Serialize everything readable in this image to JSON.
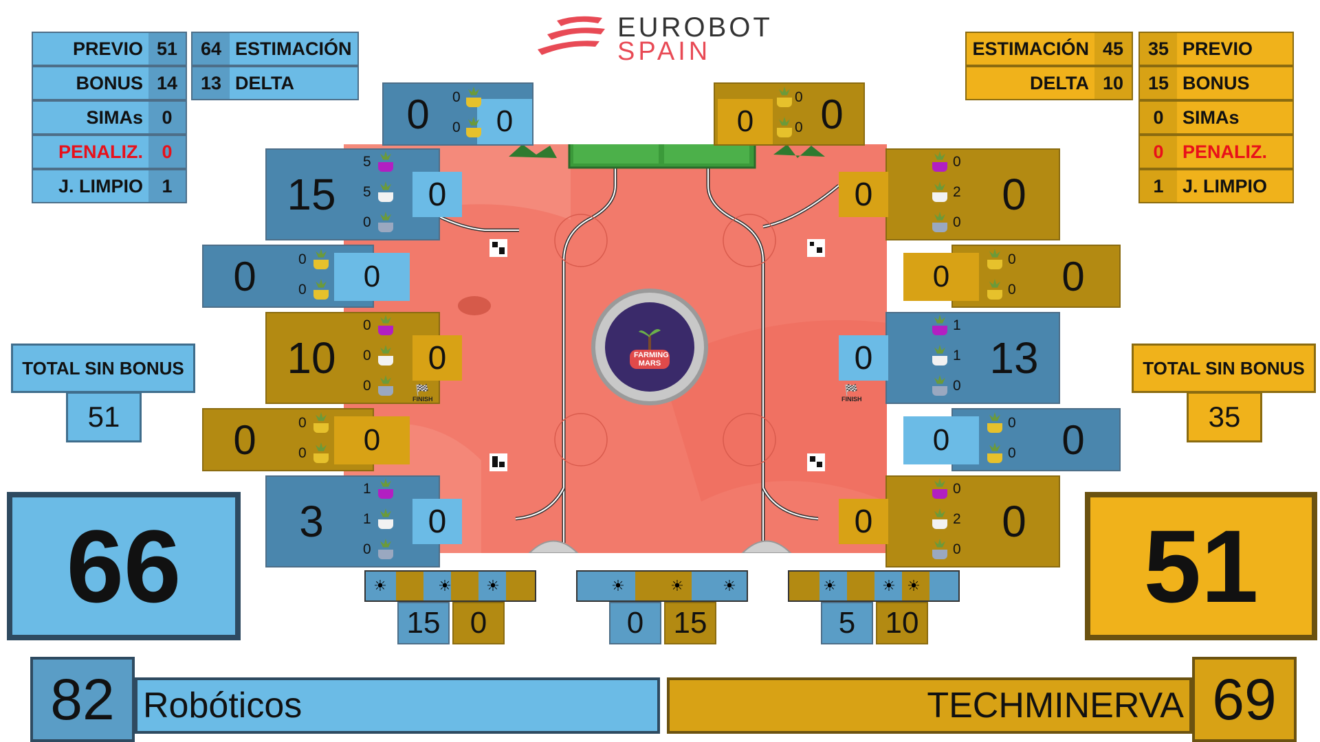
{
  "logo": {
    "line1": "EUROBOT",
    "line2": "SPAIN"
  },
  "blue_stats": {
    "left_col": [
      {
        "label": "PREVIO",
        "value": "51"
      },
      {
        "label": "BONUS",
        "value": "14"
      },
      {
        "label": "SIMAs",
        "value": "0"
      },
      {
        "label": "PENALIZ.",
        "value": "0"
      },
      {
        "label": "J. LIMPIO",
        "value": "1"
      }
    ],
    "right_col": [
      {
        "label": "ESTIMACIÓN",
        "value": "64"
      },
      {
        "label": "DELTA",
        "value": "13"
      }
    ]
  },
  "yellow_stats": {
    "left_col": [
      {
        "label": "ESTIMACIÓN",
        "value": "45"
      },
      {
        "label": "DELTA",
        "value": "10"
      }
    ],
    "right_col": [
      {
        "label": "PREVIO",
        "value": "35"
      },
      {
        "label": "BONUS",
        "value": "15"
      },
      {
        "label": "SIMAs",
        "value": "0"
      },
      {
        "label": "PENALIZ.",
        "value": "0"
      },
      {
        "label": "J. LIMPIO",
        "value": "1"
      }
    ]
  },
  "blue_total_sin_bonus": {
    "label": "TOTAL SIN BONUS",
    "value": "51"
  },
  "yellow_total_sin_bonus": {
    "label": "TOTAL SIN BONUS",
    "value": "35"
  },
  "blue_score": "66",
  "yellow_score": "51",
  "blue_team": {
    "name": "Robóticos",
    "total": "82"
  },
  "yellow_team": {
    "name": "TECHMINERVA",
    "total": "69"
  },
  "zones_left": [
    {
      "main": "15",
      "side": "0",
      "counts": [
        "5",
        "5",
        "0"
      ]
    },
    {
      "main": "0",
      "side": "0",
      "counts": [
        "0",
        "0"
      ]
    },
    {
      "main": "10",
      "side": "0",
      "counts": [
        "0",
        "0",
        "0"
      ],
      "finish": "FINISH"
    },
    {
      "main": "0",
      "side": "0",
      "counts": [
        "0",
        "0"
      ]
    },
    {
      "main": "3",
      "side": "0",
      "counts": [
        "1",
        "1",
        "0"
      ]
    }
  ],
  "zones_right": [
    {
      "main": "0",
      "side": "0",
      "counts": [
        "0",
        "2",
        "0"
      ]
    },
    {
      "main": "0",
      "side": "0",
      "counts": [
        "0",
        "0"
      ]
    },
    {
      "main": "13",
      "side": "0",
      "counts": [
        "1",
        "1",
        "0"
      ],
      "finish": "FINISH"
    },
    {
      "main": "0",
      "side": "0",
      "counts": [
        "0",
        "0"
      ]
    },
    {
      "main": "0",
      "side": "0",
      "counts": [
        "0",
        "2",
        "0"
      ]
    }
  ],
  "top_planters": {
    "left": {
      "main": "0",
      "side": "0",
      "counts": [
        "0",
        "0"
      ]
    },
    "right": {
      "main": "0",
      "side": "0",
      "counts": [
        "0",
        "0"
      ]
    }
  },
  "solar": [
    {
      "blue": "15",
      "yellow": "0"
    },
    {
      "blue": "0",
      "yellow": "15"
    },
    {
      "blue": "5",
      "yellow": "10"
    }
  ],
  "center_logo": {
    "title": "FARMING MARS"
  },
  "colors": {
    "blue": "#6bbbe6",
    "yellow": "#f0b21b",
    "field": "#f27a6b"
  }
}
